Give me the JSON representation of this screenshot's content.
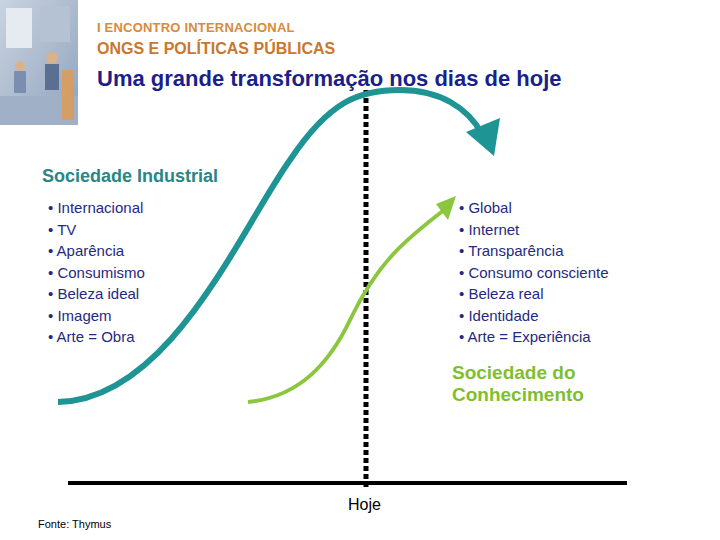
{
  "diagram": {
    "title": "Uma grande transformação nos dias de hoje",
    "labels": [
      "I ENCONTRO INTERNACIONAL",
      "ONGS E POLÍTICAS PÚBLICAS",
      "Sociedade Industrial",
      "• Internacional",
      "• TV",
      "• Aparência",
      "• Consumismo",
      "• Beleza ideal",
      "• Imagem",
      "• Arte = Obra",
      "• Global",
      "• Internet",
      "• Transparência",
      "• Consumo consciente",
      "• Beleza real",
      "• Identidade",
      "• Arte = Experiência",
      "Sociedade do Conhecimento",
      "Hoje",
      "Fonte: Thymus"
    ]
  }
}
